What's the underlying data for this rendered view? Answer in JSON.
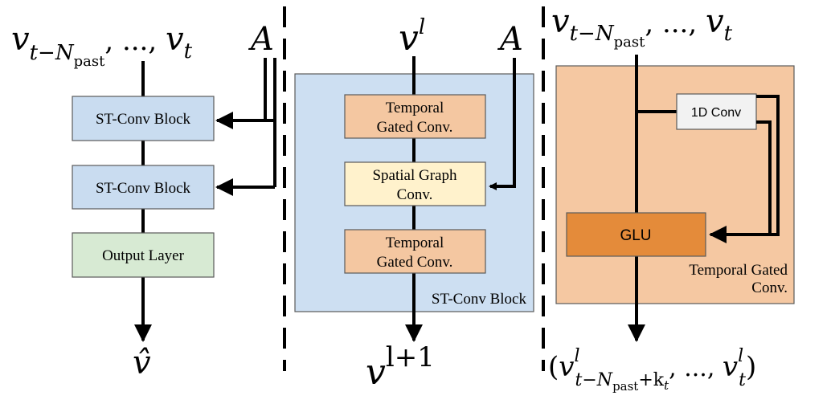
{
  "colors": {
    "blue_box": "#c9dcf0",
    "blue_panel": "#cddff2",
    "green_box": "#d7ead3",
    "orange_box": "#f4c7a1",
    "orange_panel": "#f5c8a2",
    "yellow_box": "#fff2cc",
    "glu_box": "#e48b3a",
    "conv1d_box": "#f2f2f2",
    "arrow": "#000000"
  },
  "left": {
    "input_main": "v",
    "input_sub": "t−N",
    "input_subsub": "past",
    "input_rest": ", ..., ",
    "input_last": "v",
    "input_last_sub": "t",
    "adj": "A",
    "block1": "ST-Conv Block",
    "block2": "ST-Conv Block",
    "output_layer": "Output Layer",
    "output": "v̂"
  },
  "middle": {
    "input": "v",
    "input_sup": "l",
    "adj": "A",
    "temporal1_line1": "Temporal",
    "temporal1_line2": "Gated Conv.",
    "spatial_line1": "Spatial Graph",
    "spatial_line2": "Conv.",
    "temporal2_line1": "Temporal",
    "temporal2_line2": "Gated Conv.",
    "panel_label": "ST-Conv Block",
    "output": "v",
    "output_sup": "l+1"
  },
  "right": {
    "input_main": "v",
    "input_sub": "t−N",
    "input_subsub": "past",
    "input_rest": ", ..., ",
    "input_last": "v",
    "input_last_sub": "t",
    "conv1d": "1D Conv",
    "glu": "GLU",
    "panel_label_line1": "Temporal Gated",
    "panel_label_line2": "Conv.",
    "output_open": "(",
    "output_v": "v",
    "output_sup": "l",
    "output_sub": "t−N",
    "output_subsub": "past",
    "output_sub_rest": "+k",
    "output_sub_k": "t",
    "output_rest": ", ..., ",
    "output_last": "v",
    "output_last_sup": "l",
    "output_last_sub": "t",
    "output_close": ")"
  }
}
